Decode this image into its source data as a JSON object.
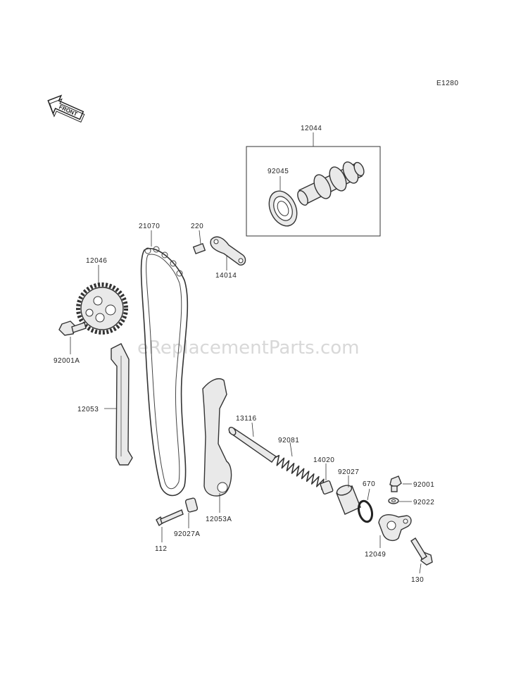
{
  "diagram_code": "E1280",
  "front_arrow_label": "FRONT",
  "watermark": "eReplacementParts.com",
  "callouts": {
    "c12044": "12044",
    "c92045": "92045",
    "c21070": "21070",
    "c220": "220",
    "c14014": "14014",
    "c12046": "12046",
    "c92001A": "92001A",
    "c12053": "12053",
    "c13116": "13116",
    "c92081": "92081",
    "c14020": "14020",
    "c92027": "92027",
    "c670": "670",
    "c92001": "92001",
    "c92022": "92022",
    "c12049": "12049",
    "c130": "130",
    "c12053A": "12053A",
    "c92027A": "92027A",
    "c112": "112"
  }
}
